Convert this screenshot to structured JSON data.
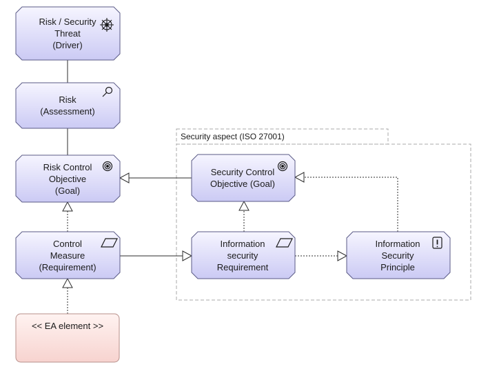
{
  "colors": {
    "node_fill_top": "#f6f5ff",
    "node_fill_bottom": "#cbcaf4",
    "node_stroke": "#5a5a86",
    "ea_fill_top": "#fff3f1",
    "ea_fill_bottom": "#f7d3cf",
    "ea_stroke": "#b78f8a",
    "group_stroke": "#a8a8a8",
    "connector": "#2b2b2b"
  },
  "group": {
    "label": "Security aspect (ISO 27001)"
  },
  "nodes": {
    "risk_threat": {
      "label": "Risk / Security\nThreat\n(Driver)",
      "icon": "driver-icon"
    },
    "risk_assessment": {
      "label": "Risk\n(Assessment)",
      "icon": "assessment-icon"
    },
    "risk_control_objective": {
      "label": "Risk Control\nObjective\n(Goal)",
      "icon": "goal-icon"
    },
    "control_measure": {
      "label": "Control\nMeasure\n(Requirement)",
      "icon": "requirement-icon"
    },
    "ea_element": {
      "label": "<< EA element >>"
    },
    "security_control_objective": {
      "label": "Security Control\nObjective (Goal)",
      "icon": "goal-icon"
    },
    "information_security_requirement": {
      "label": "Information\nsecurity\nRequirement",
      "icon": "requirement-icon"
    },
    "information_security_principle": {
      "label": "Information\nSecurity\nPrinciple",
      "icon": "principle-icon"
    }
  },
  "connections": [
    {
      "from": "risk_threat",
      "to": "risk_assessment",
      "type": "association"
    },
    {
      "from": "risk_assessment",
      "to": "risk_control_objective",
      "type": "association"
    },
    {
      "from": "security_control_objective",
      "to": "risk_control_objective",
      "type": "specialization"
    },
    {
      "from": "control_measure",
      "to": "risk_control_objective",
      "type": "realization"
    },
    {
      "from": "ea_element",
      "to": "control_measure",
      "type": "realization"
    },
    {
      "from": "control_measure",
      "to": "information_security_requirement",
      "type": "specialization"
    },
    {
      "from": "information_security_requirement",
      "to": "security_control_objective",
      "type": "realization"
    },
    {
      "from": "information_security_requirement",
      "to": "information_security_principle",
      "type": "realization"
    },
    {
      "from": "information_security_principle",
      "to": "security_control_objective",
      "type": "realization"
    }
  ]
}
